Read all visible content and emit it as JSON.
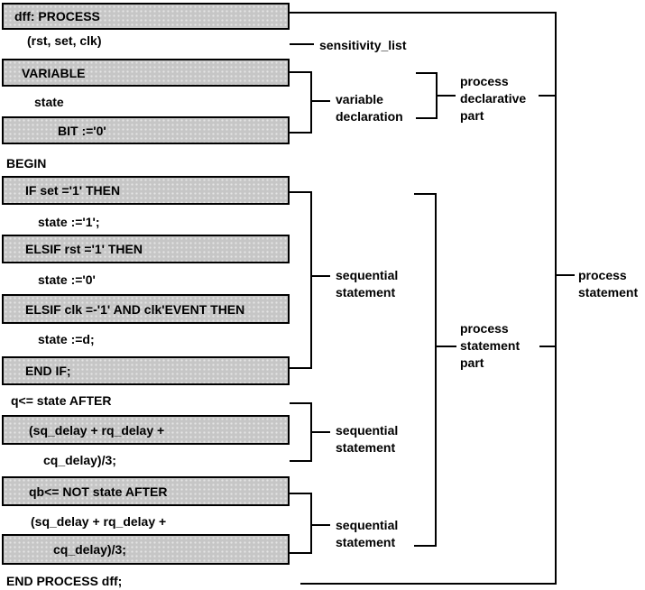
{
  "rows": [
    {
      "text": "dff: PROCESS",
      "boxed": true
    },
    {
      "text": "(rst, set, clk)",
      "boxed": false
    },
    {
      "text": "VARIABLE",
      "boxed": true
    },
    {
      "text": "state",
      "boxed": false
    },
    {
      "text": "BIT :='0'",
      "boxed": true
    },
    {
      "text": "BEGIN",
      "boxed": false
    },
    {
      "text": "IF set ='1' THEN",
      "boxed": true
    },
    {
      "text": "state :='1';",
      "boxed": false
    },
    {
      "text": "ELSIF rst ='1' THEN",
      "boxed": true
    },
    {
      "text": "state :='0'",
      "boxed": false
    },
    {
      "text": "ELSIF clk =-'1' AND clk'EVENT THEN",
      "boxed": true
    },
    {
      "text": "state :=d;",
      "boxed": false
    },
    {
      "text": "END IF;",
      "boxed": true
    },
    {
      "text": "q<= state AFTER",
      "boxed": false
    },
    {
      "text": "(sq_delay + rq_delay +",
      "boxed": true
    },
    {
      "text": "cq_delay)/3;",
      "boxed": false
    },
    {
      "text": "qb<= NOT state AFTER",
      "boxed": true
    },
    {
      "text": "(sq_delay + rq_delay +",
      "boxed": false
    },
    {
      "text": "cq_delay)/3;",
      "boxed": true
    },
    {
      "text": "END PROCESS dff;",
      "boxed": false
    }
  ],
  "labels": {
    "sensitivity_list": "sensitivity_list",
    "variable_declaration": "variable declaration",
    "process_declarative_part": "process declarative part",
    "sequential_statement_1": "sequential statement",
    "process_statement_part": "process statement part",
    "sequential_statement_2": "sequential statement",
    "sequential_statement_3": "sequential statement",
    "process_statement": "process statement"
  },
  "colors": {
    "background": "#ffffff",
    "box_fill": "#c6c6c6",
    "line": "#000000",
    "text": "#000000"
  }
}
